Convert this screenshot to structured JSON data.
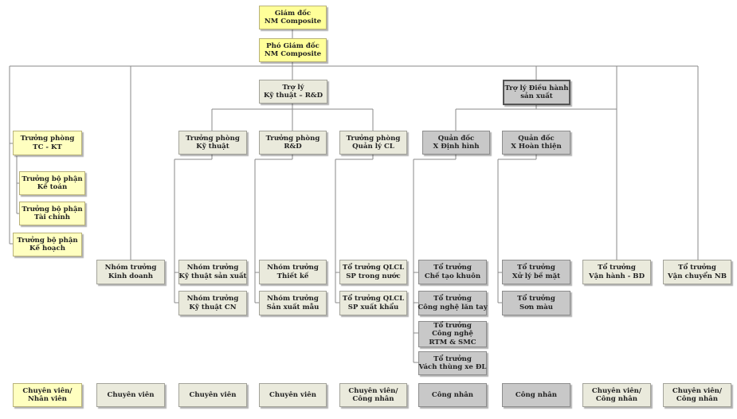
{
  "nodes": {
    "gd": {
      "l1": "Giám đốc",
      "l2": "NM Composite"
    },
    "pgd": {
      "l1": "Phó Giám đốc",
      "l2": "NM Composite"
    },
    "tlkt": {
      "l1": "Trợ lý",
      "l2": "Kỹ thuật – R&D"
    },
    "tldh": {
      "l1": "Trợ lý Điều hành",
      "l2": "sản xuất"
    },
    "tctk": {
      "l1": "Trưởng phòng",
      "l2": "TC - KT"
    },
    "kt": {
      "l1": "Trưởng bộ phận",
      "l2": "Kế toán"
    },
    "tc": {
      "l1": "Trưởng bộ phận",
      "l2": "Tài chính"
    },
    "kh": {
      "l1": "Trưởng bộ phận",
      "l2": "Kế hoạch"
    },
    "tpkt": {
      "l1": "Trưởng phòng",
      "l2": "Kỹ thuật"
    },
    "tprd": {
      "l1": "Trưởng phòng",
      "l2": "R&D"
    },
    "tpcl": {
      "l1": "Trưởng phòng",
      "l2": "Quản lý CL"
    },
    "qddh": {
      "l1": "Quản đốc",
      "l2": "X Định hình"
    },
    "qdht": {
      "l1": "Quản đốc",
      "l2": "X Hoàn thiện"
    },
    "ntkd": {
      "l1": "Nhóm trưởng",
      "l2": "Kinh doanh"
    },
    "ntktsx": {
      "l1": "Nhóm trưởng",
      "l2": "Kỹ thuật sản xuất"
    },
    "ktcn": {
      "l1": "Nhóm trưởng",
      "l2": "Kỹ thuật CN"
    },
    "nttk": {
      "l1": "Nhóm trưởng",
      "l2": "Thiết kế"
    },
    "sxm": {
      "l1": "Nhóm trưởng",
      "l2": "Sản xuất mẫu"
    },
    "qlcltn": {
      "l1": "Tổ trưởng QLCL",
      "l2": "SP trong nước"
    },
    "qlclxk": {
      "l1": "Tổ trưởng QLCL",
      "l2": "SP xuất khẩu"
    },
    "cttk": {
      "l1": "Tổ trưởng",
      "l2": "Chế tạo khuôn"
    },
    "cnlt": {
      "l1": "Tổ trưởng",
      "l2": "Công nghệ lăn tay"
    },
    "rtm": {
      "l1": "Tổ trưởng",
      "l2": "Công nghệ",
      "l3": "RTM & SMC"
    },
    "vtxdl": {
      "l1": "Tổ trưởng",
      "l2": "Vách thùng xe ĐL"
    },
    "xlbm": {
      "l1": "Tổ trưởng",
      "l2": "Xử lý bề mặt"
    },
    "sm": {
      "l1": "Tổ trưởng",
      "l2": "Sơn màu"
    },
    "vhbd": {
      "l1": "Tổ trưởng",
      "l2": "Vận hành - BD"
    },
    "vcnb": {
      "l1": "Tổ trưởng",
      "l2": "Vận chuyển NB"
    }
  },
  "staff": {
    "s1": {
      "l1": "Chuyên viên/",
      "l2": "Nhân viên"
    },
    "s2": {
      "l1": "Chuyên viên"
    },
    "s3": {
      "l1": "Chuyên viên"
    },
    "s4": {
      "l1": "Chuyên viên"
    },
    "s5": {
      "l1": "Chuyên viên/",
      "l2": "Công nhân"
    },
    "s6": {
      "l1": "Công nhân"
    },
    "s7": {
      "l1": "Công nhân"
    },
    "s8": {
      "l1": "Chuyên viên/",
      "l2": "Công nhân"
    },
    "s9": {
      "l1": "Chuyên viên/",
      "l2": "Công nhân"
    }
  }
}
